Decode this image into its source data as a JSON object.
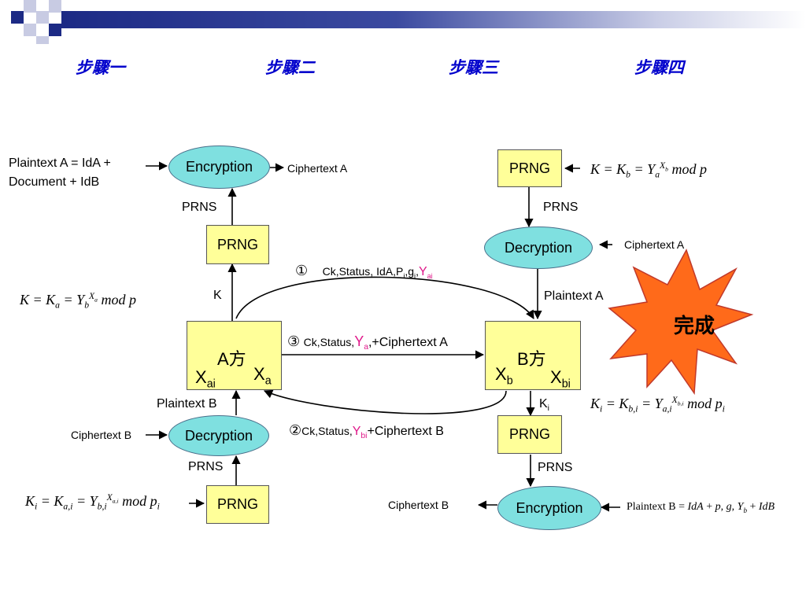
{
  "steps": [
    "步驟一",
    "步驟二",
    "步驟三",
    "步驟四"
  ],
  "colors": {
    "box_fill": "#ffff99",
    "oval_fill": "#7fe0e0",
    "step_text": "#0000cc",
    "highlight": "#e0198a",
    "starburst": "#ff6a1a",
    "banner": "#1c2a85"
  },
  "left": {
    "plaintext_a_line1": "Plaintext A = IdA +",
    "plaintext_a_line2": "Document + IdB",
    "encryption": "Encryption",
    "ciphertext_a": "Ciphertext A",
    "prns_top": "PRNS",
    "prng_top": "PRNG",
    "k_label": "K",
    "key_formula": "K = K_a = Y_b^(X_a) mod p",
    "party": "A方",
    "xai": "X",
    "xai_sub": "ai",
    "xa": "X",
    "xa_sub": "a",
    "plaintext_b": "Plaintext B",
    "ciphertext_b": "Ciphertext B",
    "decryption": "Decryption",
    "prns_bottom": "PRNS",
    "prng_bottom": "PRNG",
    "key_formula_i": "K_i = K_a,i = Y_b,i^(X_a,i) mod p_i"
  },
  "right": {
    "prng_top": "PRNG",
    "key_formula": "K = K_b = Y_a^(X_b) mod p",
    "prns_top": "PRNS",
    "decryption": "Decryption",
    "ciphertext_a": "Ciphertext A",
    "plaintext_a": "Plaintext A",
    "party": "B方",
    "xb": "X",
    "xb_sub": "b",
    "xbi": "X",
    "xbi_sub": "bi",
    "ki": "K",
    "ki_sub": "i",
    "key_formula_i": "K_i = K_b,i = Y_a,i^(X_b,i) mod p_i",
    "prng_bottom": "PRNG",
    "prns_bottom": "PRNS",
    "encryption": "Encryption",
    "ciphertext_b": "Ciphertext B",
    "plaintext_b": "Plaintext B = IdA + p, g, Y_b + IdB"
  },
  "messages": {
    "m1_num": "①",
    "m1_text": "Ck,Status, IdA,P",
    "m1_sub_i": "i",
    "m1_g": ",g",
    "m1_comma": ",",
    "m1_y": "Y",
    "m1_y_sub": "ai",
    "m3_num": "③",
    "m3_text": "Ck,Status,",
    "m3_y": "Y",
    "m3_y_sub": "a",
    "m3_tail": ",+Ciphertext A",
    "m2_num": "②",
    "m2_text": "Ck,Status,",
    "m2_y": "Y",
    "m2_y_sub": "bi",
    "m2_tail": "+Ciphertext B"
  },
  "done": "完成"
}
